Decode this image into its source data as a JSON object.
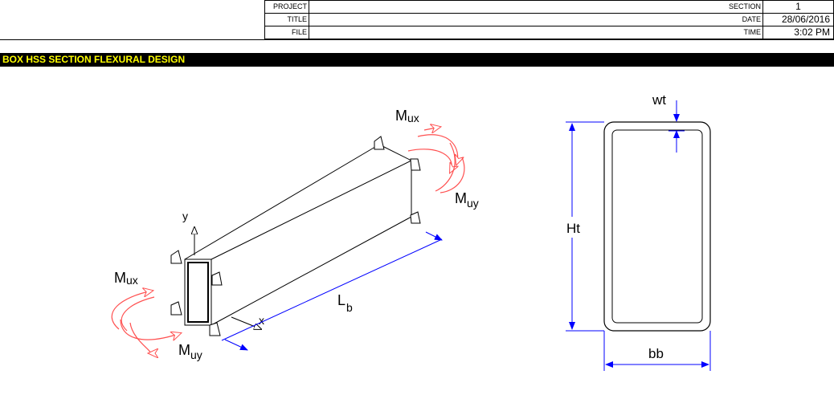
{
  "header": {
    "project_label": "PROJECT",
    "title_label": "TITLE",
    "file_label": "FILE",
    "section_label": "SECTION",
    "section_value": "1",
    "date_label": "DATE",
    "date_value": "28/06/2016",
    "time_label": "TIME",
    "time_value": "3:02 PM",
    "project_value": "",
    "title_value": "",
    "file_value": ""
  },
  "banner": {
    "title": "BOX HSS SECTION FLEXURAL DESIGN"
  },
  "figure_beam": {
    "mux_top": "M",
    "mux_top_sub": "ux",
    "muy_top": "M",
    "muy_top_sub": "uy",
    "mux_left": "M",
    "mux_left_sub": "ux",
    "muy_left": "M",
    "muy_left_sub": "uy",
    "axis_y": "y",
    "axis_x": "x",
    "length": "L",
    "length_sub": "b"
  },
  "figure_section": {
    "wall_thickness": "wt",
    "height": "Ht",
    "width": "bb"
  },
  "colors": {
    "banner_bg": "#000000",
    "banner_text": "#ffff00",
    "dimension_blue": "#0000ff",
    "moment_red": "#ff6060"
  }
}
